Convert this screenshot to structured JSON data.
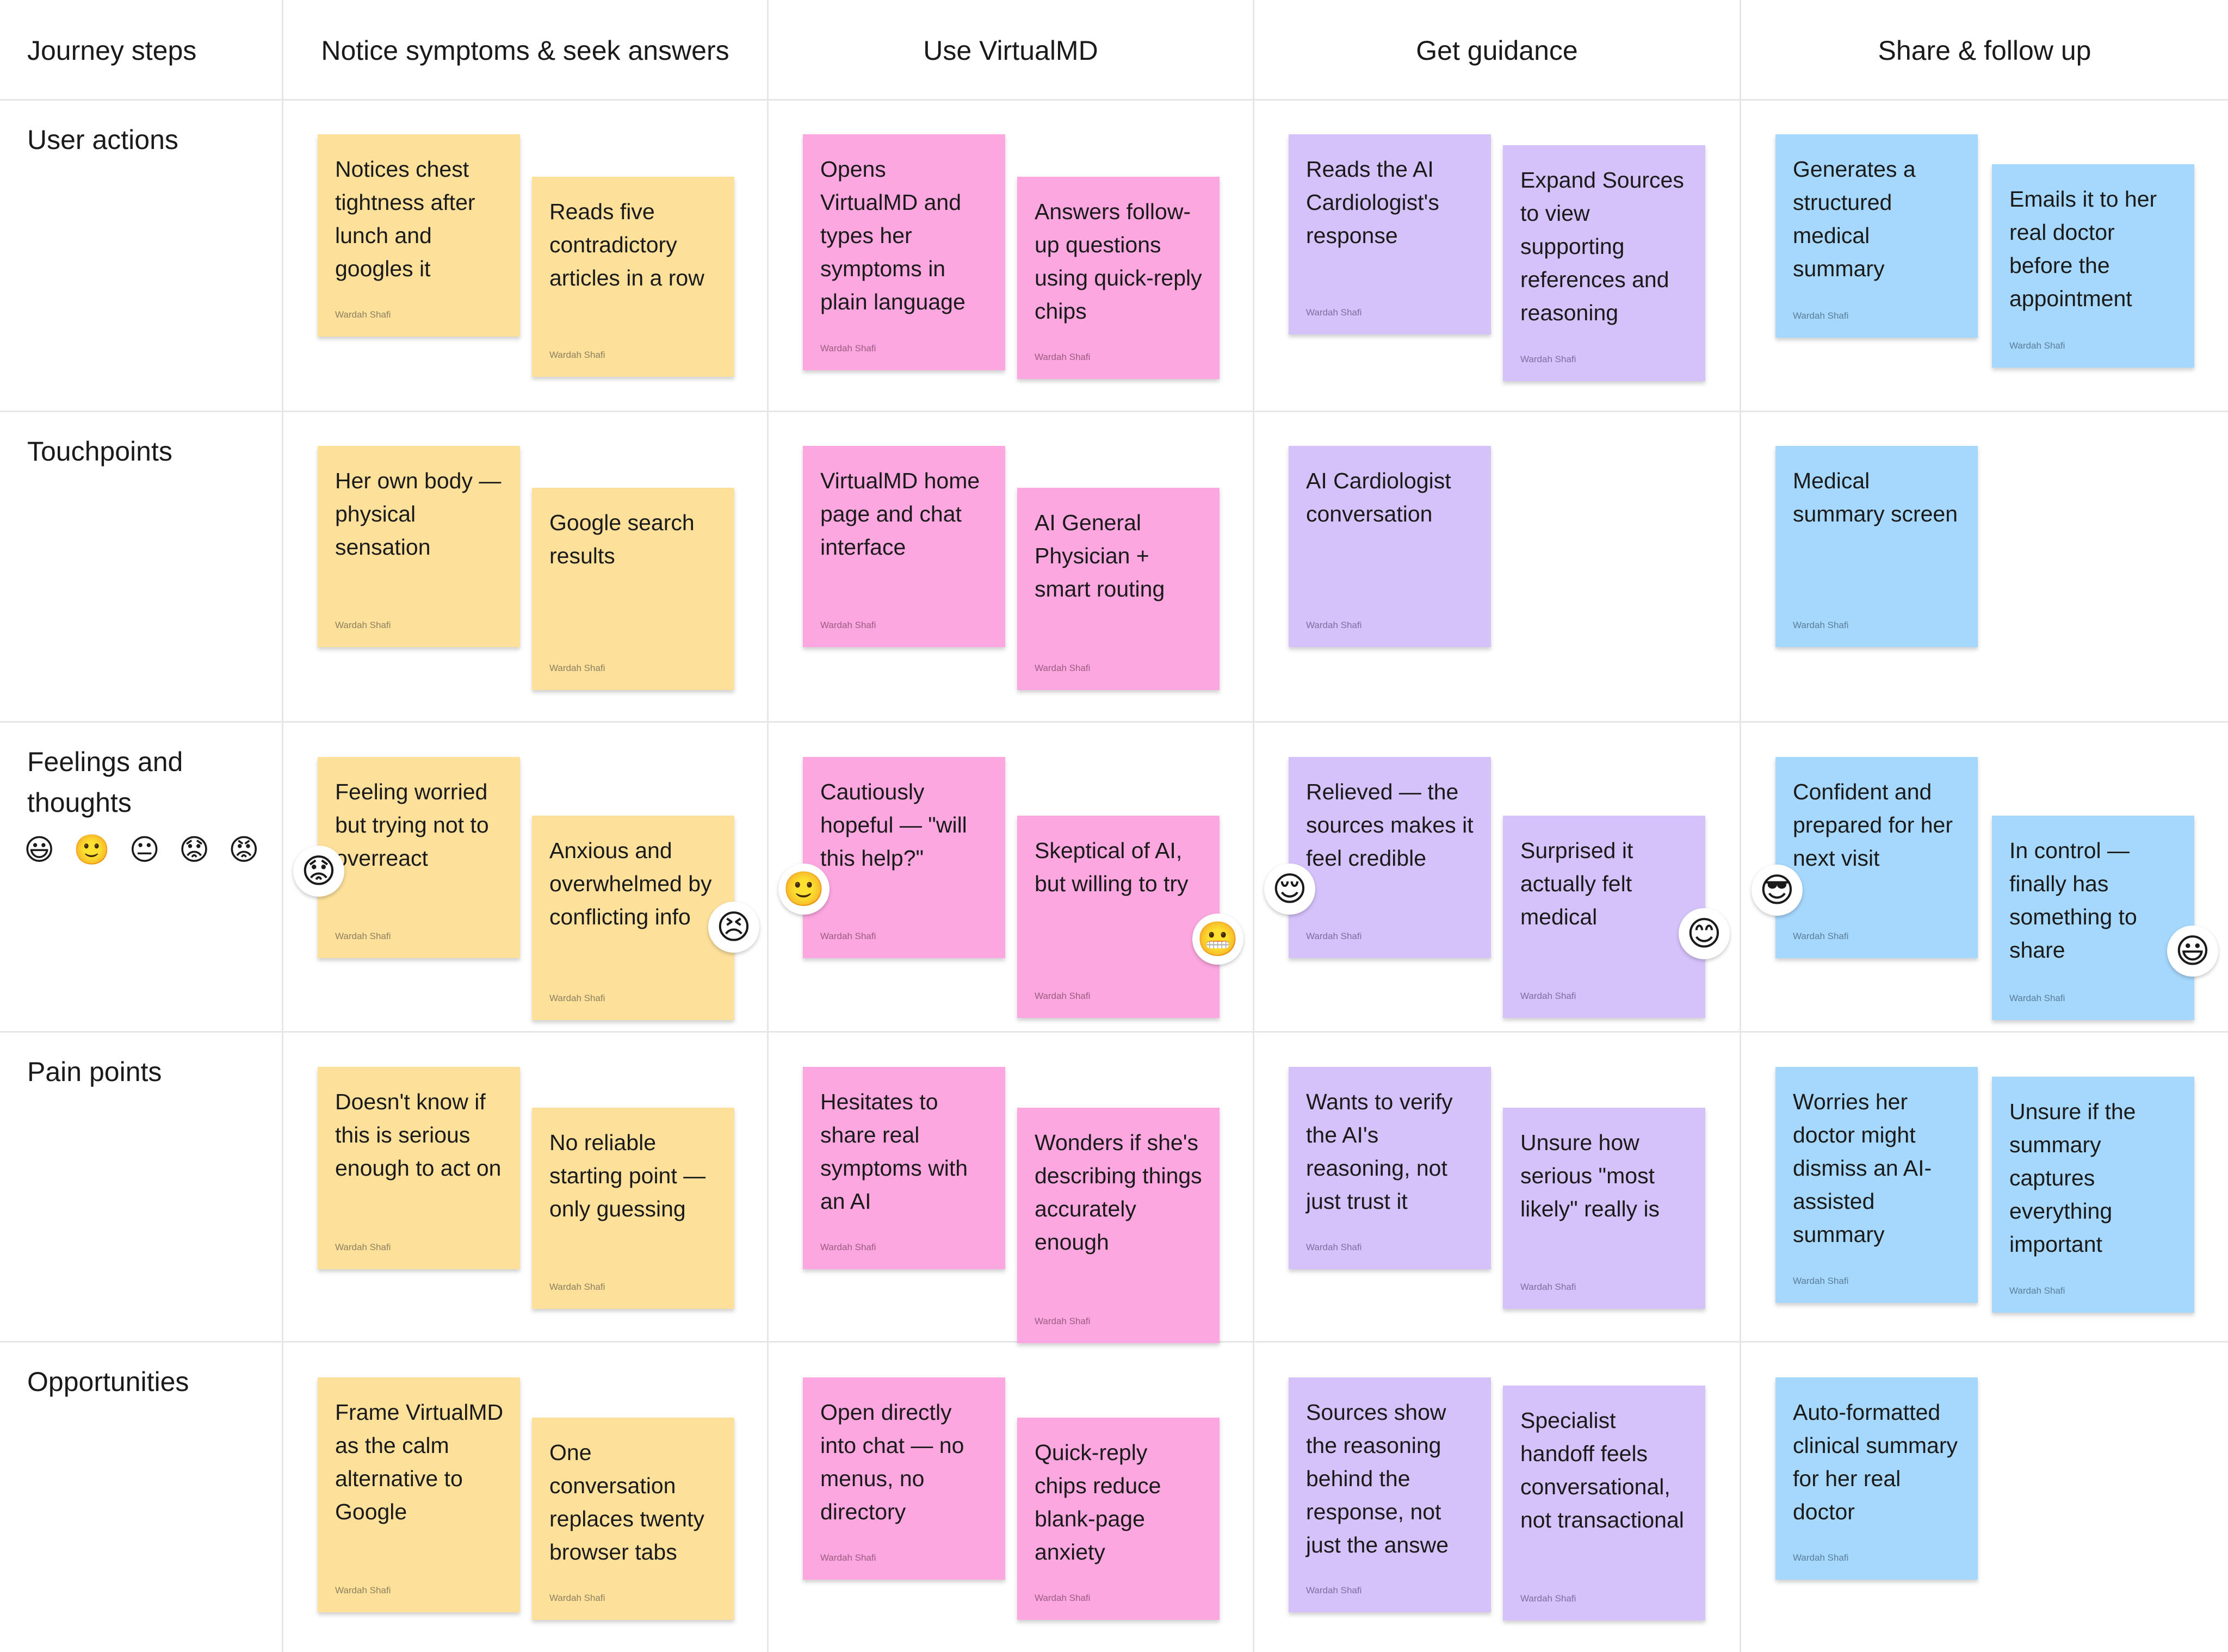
{
  "header": {
    "corner": "Journey steps",
    "stages": [
      "Notice symptoms & seek answers",
      "Use VirtualMD",
      "Get guidance",
      "Share & follow up"
    ]
  },
  "rows": {
    "user_actions": "User actions",
    "touchpoints": "Touchpoints",
    "feelings": "Feelings and thoughts",
    "feelings_scale": "😃 🙂 😐 😟 😡",
    "pain_points": "Pain points",
    "opportunities": "Opportunities"
  },
  "author": "Wardah Shafi",
  "colors": {
    "yellow": "#fde19a",
    "pink": "#fda7e0",
    "purple": "#d6c2fb",
    "blue": "#a6d8fd"
  },
  "notes": {
    "ua1": "Notices chest tightness after lunch and googles it",
    "ua2": "Reads five contradictory articles in a row",
    "ua3": "Opens VirtualMD and types her symptoms in plain language",
    "ua4": "Answers follow-up questions using quick-reply chips",
    "ua5": "Reads the AI Cardiologist's response",
    "ua6": "Expand Sources to view supporting references and reasoning",
    "ua7": "Generates a structured medical summary",
    "ua8": "Emails it to her real doctor before the appointment",
    "tp1": "Her own body — physical sensation",
    "tp2": "Google search results",
    "tp3": "VirtualMD home page and chat interface",
    "tp4": "AI General Physician + smart routing",
    "tp5": "AI Cardiologist conversation",
    "tp6": "Medical summary screen",
    "fe1": "Feeling worried but trying not to overreact",
    "fe2": "Anxious and overwhelmed by conflicting info",
    "fe3": "Cautiously hopeful — \"will this help?\"",
    "fe4": "Skeptical of AI, but willing to try",
    "fe5": "Relieved — the sources makes it feel credible",
    "fe6": "Surprised it actually felt medical",
    "fe7": "Confident and prepared for her next visit",
    "fe8": "In control — finally has something to share",
    "pp1": "Doesn't know if this is serious enough to act on",
    "pp2": "No reliable starting point — only guessing",
    "pp3": "Hesitates to share real symptoms with an AI",
    "pp4": "Wonders if she's describing things accurately enough",
    "pp5": "Wants to verify the AI's reasoning, not just trust it",
    "pp6": "Unsure how serious \"most likely\" really is",
    "pp7": "Worries her doctor might dismiss an AI-assisted summary",
    "pp8": "Unsure if the summary captures everything important",
    "op1": "Frame VirtualMD as the calm alternative to Google",
    "op2": "One conversation replaces twenty browser tabs",
    "op3": "Open directly into chat — no menus, no directory",
    "op4": "Quick-reply chips reduce blank-page anxiety",
    "op5": "Sources show the reasoning behind the response, not just the answe",
    "op6": "Specialist handoff feels conversational, not transactional",
    "op7": "Auto-formatted clinical summary for her real doctor"
  },
  "emojis": {
    "fe1": "😟",
    "fe2": "😣",
    "fe3": "🙂",
    "fe4": "😬",
    "fe5": "😌",
    "fe6": "😊",
    "fe7": "😎",
    "fe8": "😃"
  }
}
